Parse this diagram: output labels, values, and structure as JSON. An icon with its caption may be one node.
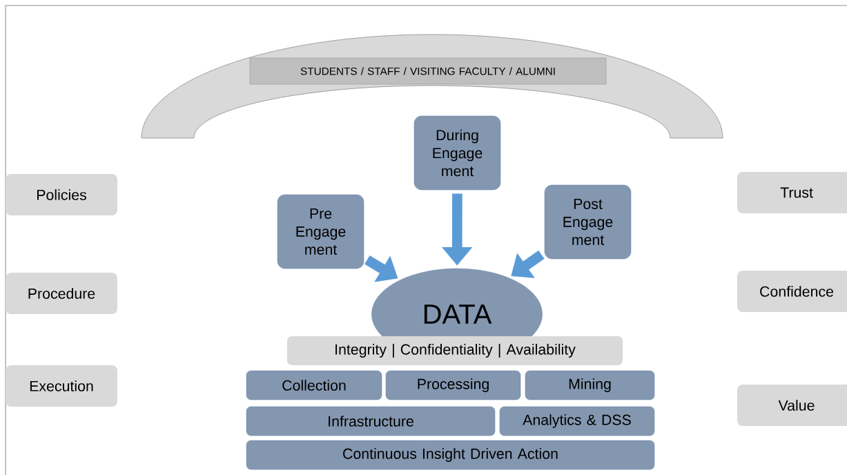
{
  "diagram": {
    "nodes": [
      {
        "text": [
          "STUDENTS / STAFF / VISITING FACULTY / ALUMNI"
        ]
      },
      {
        "text": [
          "Policies"
        ]
      },
      {
        "text": [
          "Procedure"
        ]
      },
      {
        "text": [
          "Execution"
        ]
      },
      {
        "text": [
          "During Engage ment"
        ]
      },
      {
        "text": [
          "Pre Engage ment"
        ]
      },
      {
        "text": [
          "Post Engage ment"
        ]
      },
      {
        "text": [
          "Trust"
        ]
      },
      {
        "text": [
          "Confidence"
        ]
      },
      {
        "text": [
          "Value"
        ]
      },
      {
        "text": [
          "DATA"
        ]
      },
      {
        "text": [
          "Integrity | Confidentiality | Availability"
        ]
      },
      {
        "text": [
          "Collection"
        ]
      },
      {
        "text": [
          "Processing"
        ]
      },
      {
        "text": [
          "Mining"
        ]
      },
      {
        "text": [
          "Infrastructure"
        ]
      },
      {
        "text": [
          "Analytics & DSS"
        ]
      },
      {
        "text": [
          "Continuous Insight Driven Action"
        ]
      }
    ],
    "edges": [
      {
        "from": 5,
        "to": 10,
        "arrow": "to"
      },
      {
        "from": 4,
        "to": 10,
        "arrow": "to"
      },
      {
        "from": 6,
        "to": 10,
        "arrow": "to"
      }
    ]
  }
}
